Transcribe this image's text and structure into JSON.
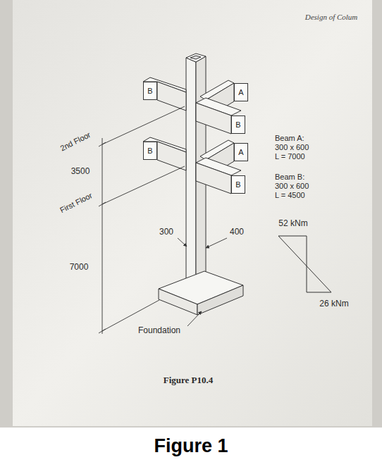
{
  "diagram": {
    "caption": "Figure 1",
    "nodes": [
      {
        "text": [
          "B"
        ]
      },
      {
        "text": [
          "A"
        ]
      },
      {
        "text": [
          "B"
        ]
      },
      {
        "text": [
          "B"
        ]
      },
      {
        "text": [
          "A"
        ]
      },
      {
        "text": [
          "B"
        ]
      }
    ],
    "labels": [
      "Design of Colum",
      "2nd Floor",
      "3500",
      "First Floor",
      "7000",
      "300",
      "400",
      "Foundation",
      "Beam A:",
      "300 x 600",
      "L = 7000",
      "Beam B:",
      "300 x 600",
      "L = 4500",
      "52 kNm",
      "26 kNm",
      "Figure P10.4"
    ]
  }
}
